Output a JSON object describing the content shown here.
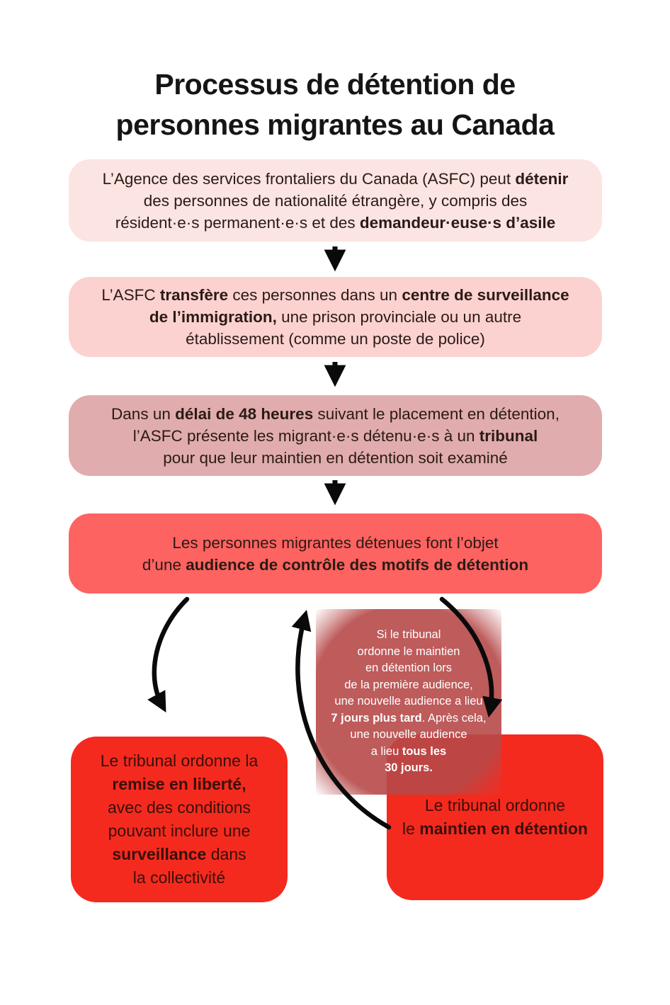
{
  "title": {
    "lines": [
      [
        {
          "t": "Processus de détention de"
        }
      ],
      [
        {
          "t": "personnes migrantes au Canada"
        }
      ]
    ]
  },
  "colors": {
    "box1": "#fbe4e2",
    "box2": "#fcd2d1",
    "box3": "#e0acae",
    "box4": "#fd6360",
    "red": "#f52a1e",
    "arrow": "#0a0a0a",
    "box_text": "#2b1a15",
    "red_box_text": "#3a0f0a",
    "circle_text": "#ffffff"
  },
  "flow": {
    "box1": {
      "lines": [
        [
          {
            "t": "L’Agence des services frontaliers du Canada (ASFC) peut "
          },
          {
            "t": "détenir",
            "b": true
          }
        ],
        [
          {
            "t": "des personnes de nationalité étrangère, y compris des"
          }
        ],
        [
          {
            "t": "résident·e·s permanent·e·s et des "
          },
          {
            "t": "demandeur·euse·s d’asile",
            "b": true
          }
        ]
      ]
    },
    "box2": {
      "lines": [
        [
          {
            "t": "L’ASFC "
          },
          {
            "t": "transfère",
            "b": true
          },
          {
            "t": " ces personnes dans un "
          },
          {
            "t": "centre de surveillance",
            "b": true
          }
        ],
        [
          {
            "t": "de l’immigration,",
            "b": true
          },
          {
            "t": " une prison provinciale ou un autre"
          }
        ],
        [
          {
            "t": "établissement (comme un poste de police)"
          }
        ]
      ]
    },
    "box3": {
      "lines": [
        [
          {
            "t": "Dans un "
          },
          {
            "t": "délai de 48 heures",
            "b": true
          },
          {
            "t": " suivant le placement en détention,"
          }
        ],
        [
          {
            "t": "l’ASFC présente les migrant·e·s détenu·e·s à un "
          },
          {
            "t": "tribunal",
            "b": true
          }
        ],
        [
          {
            "t": "pour que leur maintien en détention soit examiné"
          }
        ]
      ]
    },
    "box4": {
      "lines": [
        [
          {
            "t": "Les personnes migrantes détenues font l’objet"
          }
        ],
        [
          {
            "t": "d’une "
          },
          {
            "t": "audience de contrôle des motifs de détention",
            "b": true
          }
        ]
      ]
    },
    "outcome_release": {
      "lines": [
        [
          {
            "t": "Le tribunal ordonne la"
          }
        ],
        [
          {
            "t": "remise en liberté,",
            "b": true
          }
        ],
        [
          {
            "t": "avec des conditions"
          }
        ],
        [
          {
            "t": "pouvant inclure une"
          }
        ],
        [
          {
            "t": "surveillance",
            "b": true
          },
          {
            "t": " dans"
          }
        ],
        [
          {
            "t": "la collectivité"
          }
        ]
      ]
    },
    "outcome_detention": {
      "lines": [
        [
          {
            "t": "Le tribunal ordonne"
          }
        ],
        [
          {
            "t": "le "
          },
          {
            "t": "maintien en détention",
            "b": true
          }
        ]
      ]
    },
    "review_cycle_note": {
      "lines": [
        [
          {
            "t": "Si le tribunal"
          }
        ],
        [
          {
            "t": "ordonne le maintien"
          }
        ],
        [
          {
            "t": "en détention lors"
          }
        ],
        [
          {
            "t": "de la première audience,"
          }
        ],
        [
          {
            "t": "une nouvelle audience a lieu"
          }
        ],
        [
          {
            "t": "7 jours plus tard",
            "b": true
          },
          {
            "t": ". Après cela,"
          }
        ],
        [
          {
            "t": "une nouvelle audience"
          }
        ],
        [
          {
            "t": "a lieu "
          },
          {
            "t": "tous les",
            "b": true
          }
        ],
        [
          {
            "t": "30 jours.",
            "b": true
          }
        ]
      ]
    }
  }
}
